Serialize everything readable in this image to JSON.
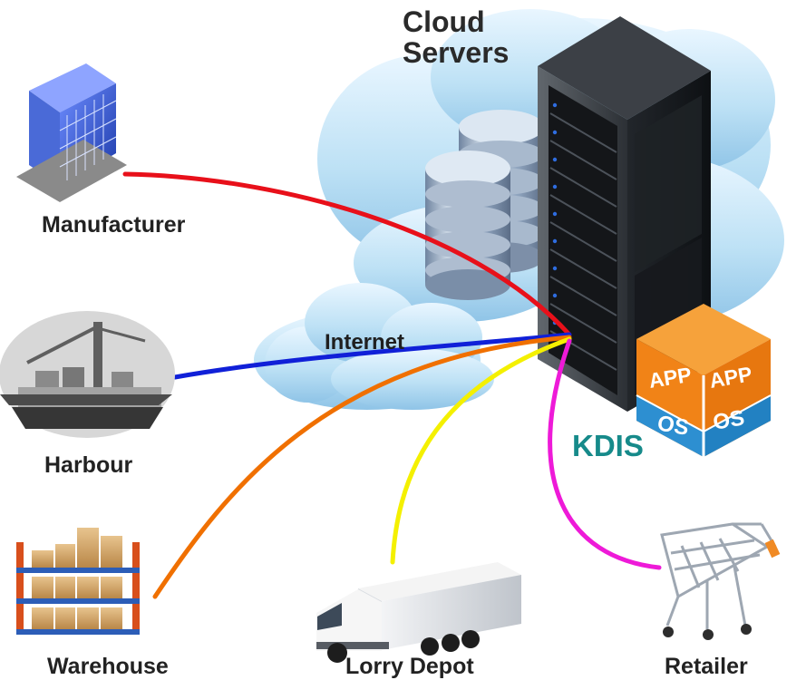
{
  "title": "Cloud Servers",
  "network_label": "Internet",
  "system_label": "KDIS",
  "badge": {
    "top": "APP",
    "bottom": "OS"
  },
  "nodes": [
    {
      "id": "manufacturer",
      "label": "Manufacturer",
      "color": "#e8101a"
    },
    {
      "id": "harbour",
      "label": "Harbour",
      "color": "#1020d8"
    },
    {
      "id": "warehouse",
      "label": "Warehouse",
      "color": "#f07000"
    },
    {
      "id": "lorry-depot",
      "label": "Lorry Depot",
      "color": "#f4f000"
    },
    {
      "id": "retailer",
      "label": "Retailer",
      "color": "#ee1ad8"
    }
  ],
  "colors": {
    "cloud": "#b9dcf3",
    "cloud_edge": "#e9f5fd",
    "server": "#2d2f33",
    "server_face": "#40444a",
    "db": "#9eb1c8",
    "badge_orange": "#f28a16",
    "badge_blue": "#2f93d6",
    "kdis": "#168a8a"
  }
}
